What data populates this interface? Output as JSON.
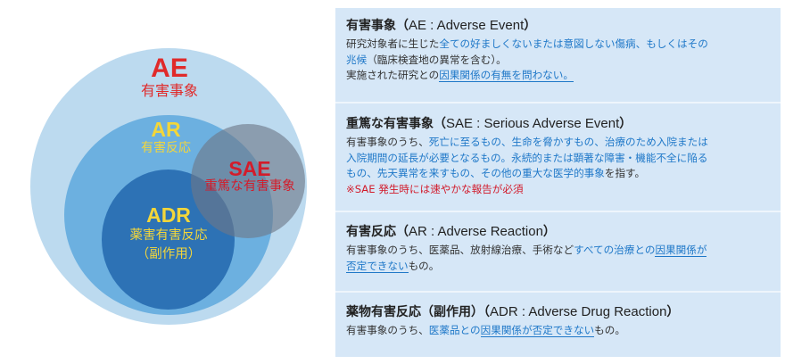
{
  "venn": {
    "ae": {
      "abbr": "AE",
      "jp": "有害事象",
      "color": "#e02a2a",
      "fill": "#bcdaef"
    },
    "ar": {
      "abbr": "AR",
      "jp": "有害反応",
      "color": "#f3d63a",
      "fill": "#6cb0e0"
    },
    "sae": {
      "abbr": "SAE",
      "jp": "重篤な有害事象",
      "color": "#d31c2a",
      "fill": "#6e7887"
    },
    "adr": {
      "abbr": "ADR",
      "jp_line1": "薬害有害反応",
      "jp_line2": "（副作用）",
      "color": "#f3d63a",
      "fill": "#2d72b5"
    }
  },
  "panel": {
    "background": "#d6e7f7",
    "sections": [
      {
        "title_jp": "有害事象（",
        "title_en": "AE : Adverse Event",
        "title_close": "）",
        "body": {
          "l1_a": "研究対象者に生じた",
          "l1_b": "全ての好ましくないまたは意図しない傷病、もしくはその",
          "l2_a": "兆候",
          "l2_b": "（臨床検査地の異常を含む）。",
          "l3_a": "実施された研究との",
          "l3_b": "因果関係の有無を問わない。"
        }
      },
      {
        "title_jp": "重篤な有害事象（",
        "title_en": "SAE : Serious Adverse Event",
        "title_close": "）",
        "body": {
          "l1_a": "有害事象のうち、",
          "l1_b": "死亡に至るもの、生命を脅かすもの、治療のため入院または",
          "l2_a": "入院期間の延長が必要となるもの。永続的または顕著な障害・機能不全に陥る",
          "l3_a": "もの、先天異常を来すもの、その他の重大な医学的事象",
          "l3_b": "を指す。",
          "warning": "※SAE 発生時には速やかな報告が必須"
        }
      },
      {
        "title_jp": "有害反応（",
        "title_en": "AR : Adverse Reaction",
        "title_close": "）",
        "body": {
          "l1_a": "有害事象のうち、医薬品、放射線治療、手術など",
          "l1_b": "すべての治療との",
          "l1_c": "因果関係が",
          "l2_a": "否定できない",
          "l2_b": "もの。"
        }
      },
      {
        "title_jp": "薬物有害反応（副作用）（",
        "title_en": "ADR : Adverse Drug Reaction",
        "title_close": "）",
        "body": {
          "l1_a": "有害事象のうち、",
          "l1_b": "医薬品との",
          "l1_c": "因果関係が否定できない",
          "l1_d": "もの。"
        }
      }
    ]
  }
}
